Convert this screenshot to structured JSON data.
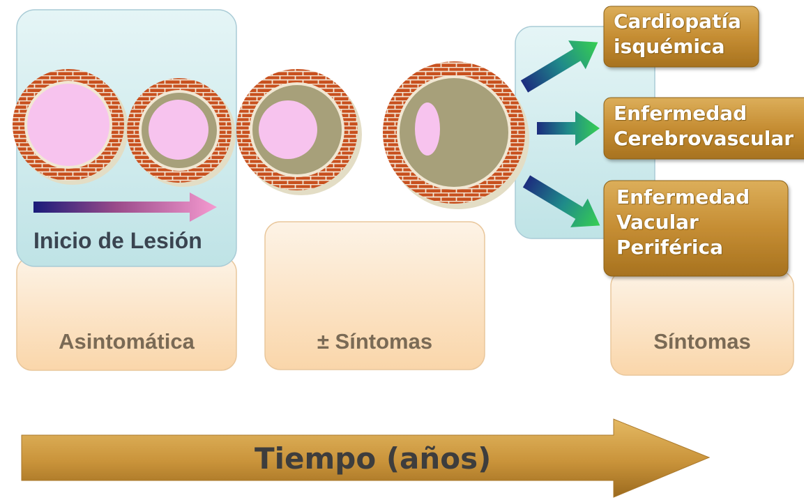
{
  "stages": {
    "asymptomatic": "Asintomática",
    "possible_symptoms": "± Síntomas",
    "symptoms": "Síntomas"
  },
  "lesion_onset": "Inicio de Lesión",
  "timeline": "Tiempo (años)",
  "outcomes": [
    "Cardiopatía\nisquémica",
    "Enfermedad\nCerebrovascular",
    "Enfermedad\nVacular\nPeriférica"
  ],
  "colors": {
    "stage_box": "#fce3c2",
    "highlight_box": "#d4eef0",
    "wall_brick": "#c8501e",
    "mortar": "#f3e7d6",
    "plaque": "#a7a07a",
    "lumen": "#f7c3ee",
    "outcome_box": "#c9933a",
    "timeline_arrow": "#c9933a"
  },
  "icons": [
    "artery-cross-section-icon",
    "gradient-arrow-icon",
    "progression-arrow-icon"
  ]
}
